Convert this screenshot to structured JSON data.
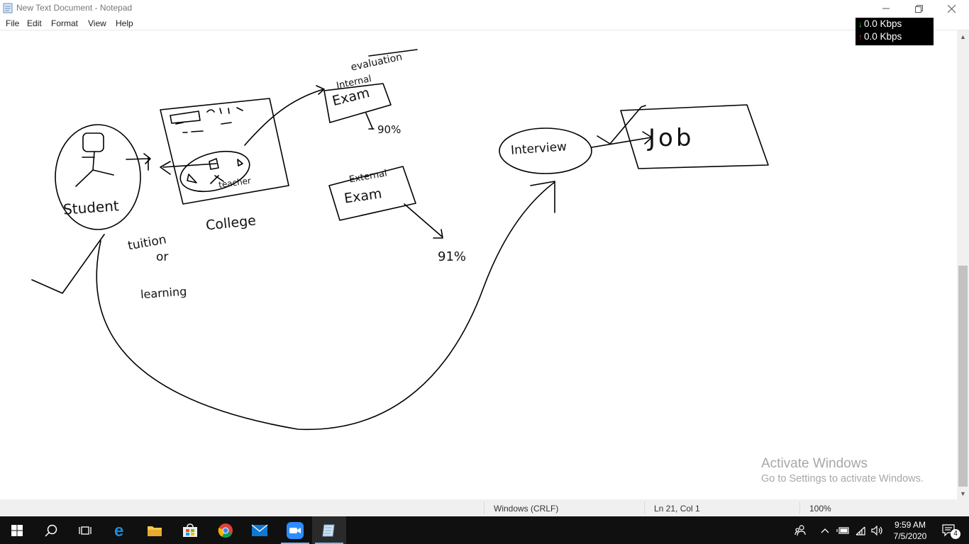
{
  "window": {
    "title": "New Text Document - Notepad",
    "controls": [
      "minimize",
      "restore",
      "close"
    ]
  },
  "menu": {
    "items": [
      {
        "label": "File"
      },
      {
        "label": "Edit"
      },
      {
        "label": "Format"
      },
      {
        "label": "View"
      },
      {
        "label": "Help"
      }
    ]
  },
  "net_meter": {
    "download": "0.0 Kbps",
    "upload": "0.0 Kbps",
    "download_color": "#3cd43c",
    "upload_color": "#ff2020"
  },
  "drawing": {
    "labels": {
      "student": "Student",
      "teacher": "teacher",
      "college": "College",
      "tuition": "tuition",
      "or": "or",
      "learning": "learning",
      "evaluation": "evaluation",
      "internal": "Internal",
      "exam_1": "Exam",
      "percent_1": "90%",
      "external": "External",
      "exam_2": "Exam",
      "percent_2": "91%",
      "interview": "Interview",
      "job": "Job"
    }
  },
  "watermark": {
    "line1": "Activate Windows",
    "line2": "Go to Settings to activate Windows."
  },
  "status_bar": {
    "line_ending": "Windows (CRLF)",
    "position": "Ln 21, Col 1",
    "zoom": "100%"
  },
  "taskbar": {
    "apps": [
      "start",
      "search",
      "task-view",
      "edge",
      "file-explorer",
      "microsoft-store",
      "chrome",
      "mail",
      "zoom",
      "notepad"
    ],
    "active_app": "notepad",
    "time": "9:59 AM",
    "date": "7/5/2020",
    "notification_count": "4",
    "accent": "#76b9ed"
  }
}
